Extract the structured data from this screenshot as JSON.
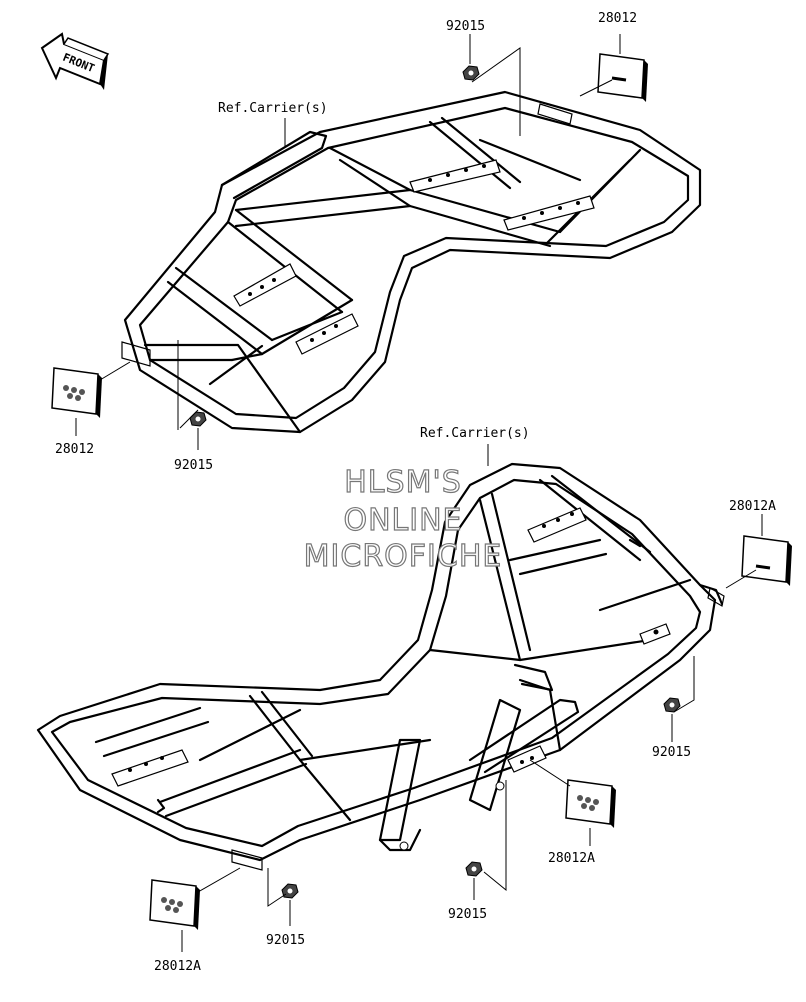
{
  "front_label": "FRONT",
  "watermark": [
    "HLSM'S",
    "ONLINE",
    "MICROFICHE"
  ],
  "labels": {
    "top_nut": "92015",
    "top_reflector": "28012",
    "top_ref_carrier": "Ref.Carrier(s)",
    "left_reflector": "28012",
    "left_nut": "92015",
    "bottom_ref_carrier": "Ref.Carrier(s)",
    "right_reflector": "28012A",
    "right_nut": "92015",
    "lower_reflector": "28012A",
    "lower_nut": "92015",
    "bottom_left_nut": "92015",
    "bottom_left_reflector": "28012A"
  }
}
